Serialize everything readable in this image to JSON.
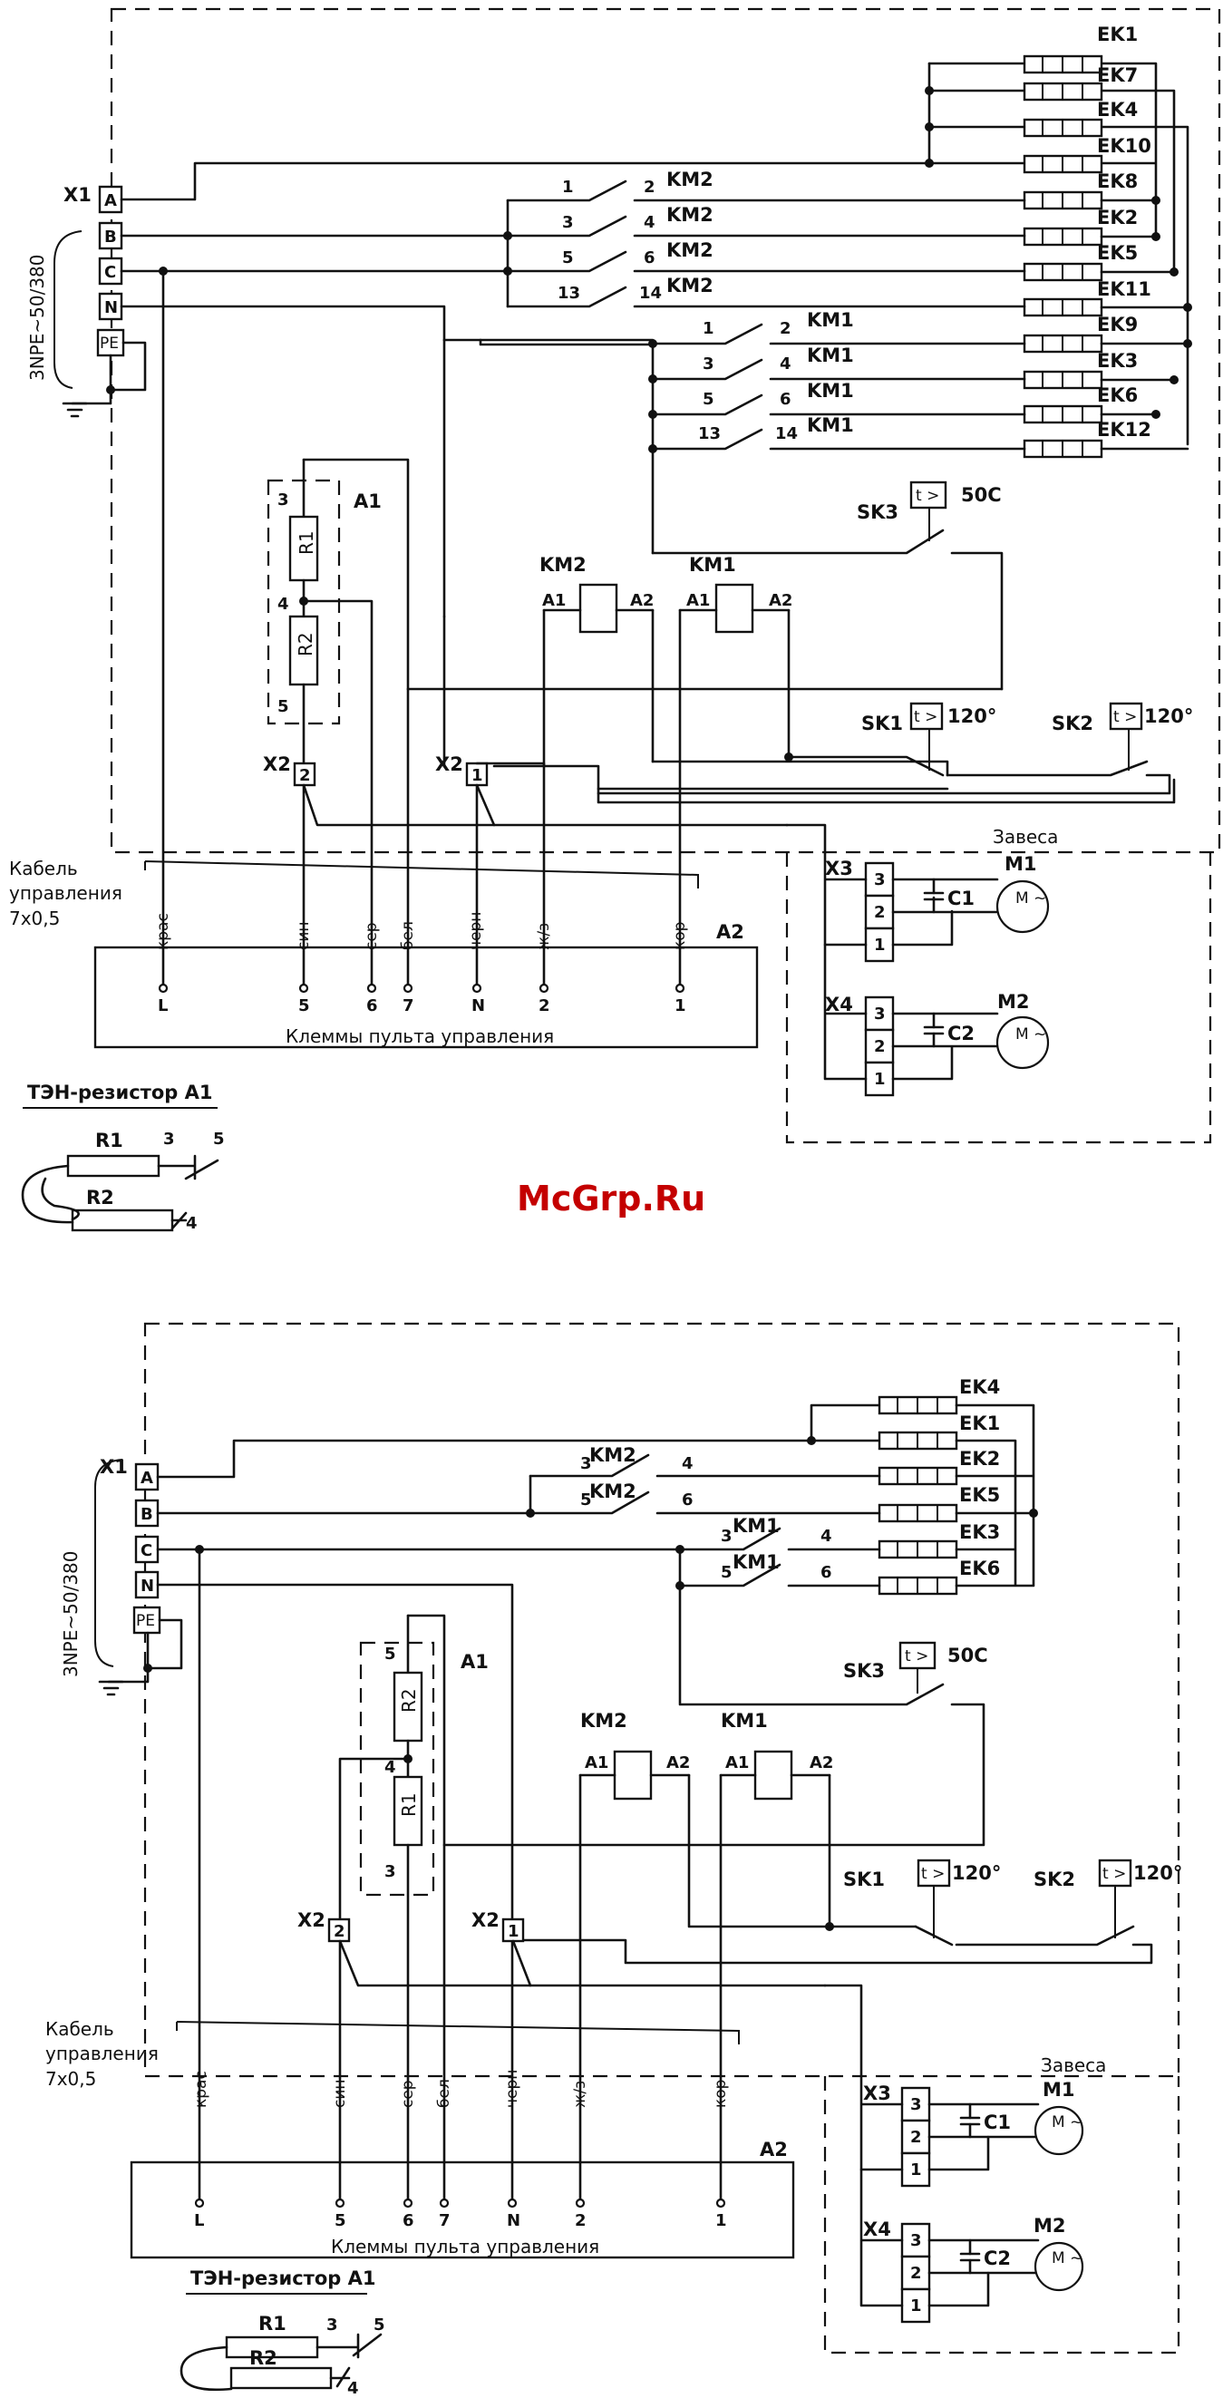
{
  "watermark": "McGrp.Ru",
  "colors": {
    "watermark": "#c40000",
    "line": "#111111"
  },
  "diagram1": {
    "supply": "3NPE~50/380",
    "x1_label": "X1",
    "x1_terminals": [
      "A",
      "B",
      "C",
      "N",
      "PE"
    ],
    "heaters": [
      "EK1",
      "EK7",
      "EK4",
      "EK10",
      "EK8",
      "EK2",
      "EK5",
      "EK11",
      "EK9",
      "EK3",
      "EK6",
      "EK12"
    ],
    "km2_contacts": [
      {
        "left": "1",
        "right": "2",
        "name": "KM2"
      },
      {
        "left": "3",
        "right": "4",
        "name": "KM2"
      },
      {
        "left": "5",
        "right": "6",
        "name": "KM2"
      },
      {
        "left": "13",
        "right": "14",
        "name": "KM2"
      }
    ],
    "km1_contacts": [
      {
        "left": "1",
        "right": "2",
        "name": "KM1"
      },
      {
        "left": "3",
        "right": "4",
        "name": "KM1"
      },
      {
        "left": "5",
        "right": "6",
        "name": "KM1"
      },
      {
        "left": "13",
        "right": "14",
        "name": "KM1"
      }
    ],
    "sk3": {
      "name": "SK3",
      "symbol": "t >",
      "temp": "50C"
    },
    "sk1": {
      "name": "SK1",
      "symbol": "t >",
      "temp": "120°"
    },
    "sk2": {
      "name": "SK2",
      "symbol": "t >",
      "temp": "120°"
    },
    "a1": {
      "name": "A1",
      "r1": "R1",
      "r2": "R2",
      "pins": [
        "3",
        "4",
        "5"
      ]
    },
    "km2_coil": {
      "name": "KM2",
      "a1": "A1",
      "a2": "A2"
    },
    "km1_coil": {
      "name": "KM1",
      "a1": "A1",
      "a2": "A2"
    },
    "x2_left": {
      "name": "X2",
      "pin": "2"
    },
    "x2_right": {
      "name": "X2",
      "pin": "1"
    },
    "zaves": "Завеса",
    "cable": [
      "Кабель",
      "управления",
      "7х0,5"
    ],
    "panel": {
      "name": "A2",
      "caption": "Клеммы пульта управления",
      "wire_colors": [
        "крас",
        "син",
        "сер",
        "бел",
        "черн",
        "ж/з",
        "кор"
      ],
      "terminals": [
        "L",
        "5",
        "6",
        "7",
        "N",
        "2",
        "1"
      ]
    },
    "x3": {
      "name": "X3",
      "pins": [
        "3",
        "2",
        "1"
      ],
      "cap": "C1",
      "motor": "M1"
    },
    "x4": {
      "name": "X4",
      "pins": [
        "3",
        "2",
        "1"
      ],
      "cap": "C2",
      "motor": "M2"
    },
    "motor_symbol": "M ~",
    "legend": {
      "title": "ТЭН-резистор А1",
      "r1": "R1",
      "r2": "R2",
      "p3": "3",
      "p5": "5",
      "p4": "4"
    }
  },
  "diagram2": {
    "supply": "3NPE~50/380",
    "x1_label": "X1",
    "x1_terminals": [
      "A",
      "B",
      "C",
      "N",
      "PE"
    ],
    "heaters": [
      "EK4",
      "EK1",
      "EK2",
      "EK5",
      "EK3",
      "EK6"
    ],
    "km2_contacts": [
      {
        "left": "3",
        "right": "4",
        "name": "KM2"
      },
      {
        "left": "5",
        "right": "6",
        "name": "KM2"
      }
    ],
    "km1_contacts": [
      {
        "left": "3",
        "right": "4",
        "name": "KM1"
      },
      {
        "left": "5",
        "right": "6",
        "name": "KM1"
      }
    ],
    "sk3": {
      "name": "SK3",
      "symbol": "t >",
      "temp": "50C"
    },
    "sk1": {
      "name": "SK1",
      "symbol": "t >",
      "temp": "120°"
    },
    "sk2": {
      "name": "SK2",
      "symbol": "t >",
      "temp": "120°"
    },
    "a1": {
      "name": "A1",
      "r1": "R1",
      "r2": "R2",
      "pins": [
        "5",
        "4",
        "3"
      ]
    },
    "km2_coil": {
      "name": "KM2",
      "a1": "A1",
      "a2": "A2"
    },
    "km1_coil": {
      "name": "KM1",
      "a1": "A1",
      "a2": "A2"
    },
    "x2_left": {
      "name": "X2",
      "pin": "2"
    },
    "x2_right": {
      "name": "X2",
      "pin": "1"
    },
    "zaves": "Завеса",
    "cable": [
      "Кабель",
      "управления",
      "7х0,5"
    ],
    "panel": {
      "name": "A2",
      "caption": "Клеммы пульта управления",
      "wire_colors": [
        "крас",
        "син",
        "сер",
        "бел",
        "черн",
        "ж/з",
        "кор"
      ],
      "terminals": [
        "L",
        "5",
        "6",
        "7",
        "N",
        "2",
        "1"
      ]
    },
    "x3": {
      "name": "X3",
      "pins": [
        "3",
        "2",
        "1"
      ],
      "cap": "C1",
      "motor": "M1"
    },
    "x4": {
      "name": "X4",
      "pins": [
        "3",
        "2",
        "1"
      ],
      "cap": "C2",
      "motor": "M2"
    },
    "motor_symbol": "M ~",
    "legend": {
      "title": "ТЭН-резистор А1",
      "r1": "R1",
      "r2": "R2",
      "p3": "3",
      "p5": "5",
      "p4": "4"
    }
  }
}
